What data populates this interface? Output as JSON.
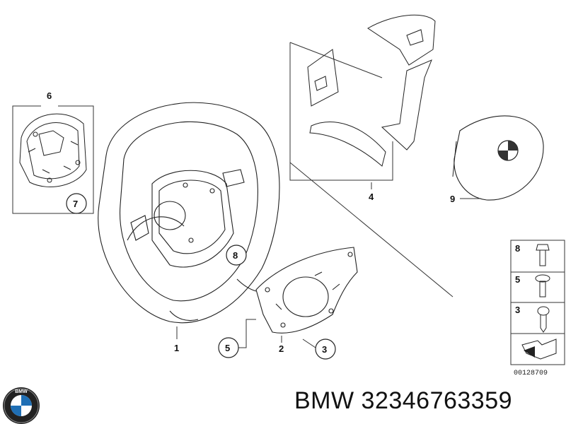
{
  "parts": {
    "p1": "1",
    "p2": "2",
    "p3": "3",
    "p4": "4",
    "p5": "5",
    "p6": "6",
    "p7": "7",
    "p8": "8",
    "p9": "9"
  },
  "legend": {
    "l8": "8",
    "l5": "5",
    "l3": "3"
  },
  "ref_number": "00128709",
  "logo_text": "BMW",
  "caption": "BMW 32346763359"
}
